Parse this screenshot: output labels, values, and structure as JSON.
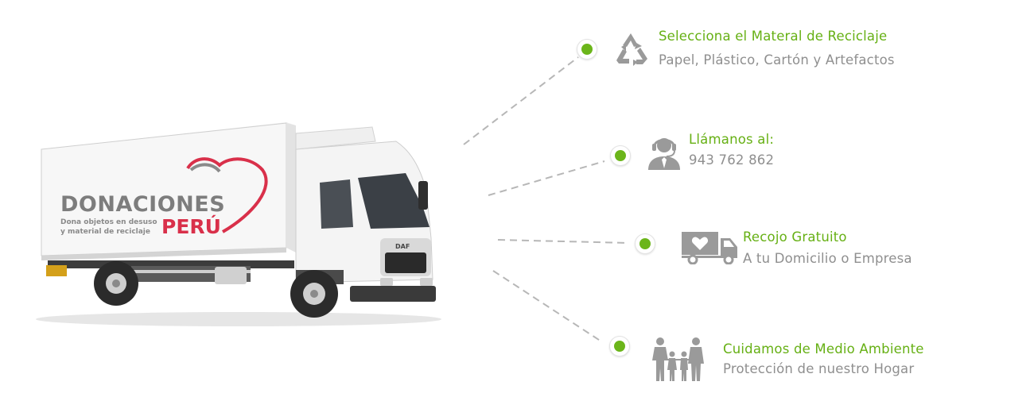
{
  "truck": {
    "brand_line1": "DONACIONES",
    "brand_line2": "PERÚ",
    "tagline_1": "Dona objetos en desuso",
    "tagline_2": "y material de reciclaje",
    "grille_badge": "DAF"
  },
  "features": [
    {
      "title": "Selecciona el Materal de Reciclaje",
      "subtitle": "Papel, Plástico, Cartón y Artefactos",
      "icon": "recycle-icon"
    },
    {
      "title": "Llámanos al:",
      "subtitle": "943 762 862",
      "icon": "headset-agent-icon"
    },
    {
      "title": "Recojo Gratuito",
      "subtitle": "A tu Domicilio o Empresa",
      "icon": "delivery-truck-heart-icon"
    },
    {
      "title": "Cuidamos de Medio Ambiente",
      "subtitle": "Protección de nuestro Hogar",
      "icon": "family-icon"
    }
  ],
  "colors": {
    "accent": "#6bb51a",
    "title": "#66b014",
    "subtitle": "#8f8f8f",
    "icon": "#9a9a9a",
    "brand_red": "#d9304a",
    "brand_gray": "#7d7d7d"
  }
}
